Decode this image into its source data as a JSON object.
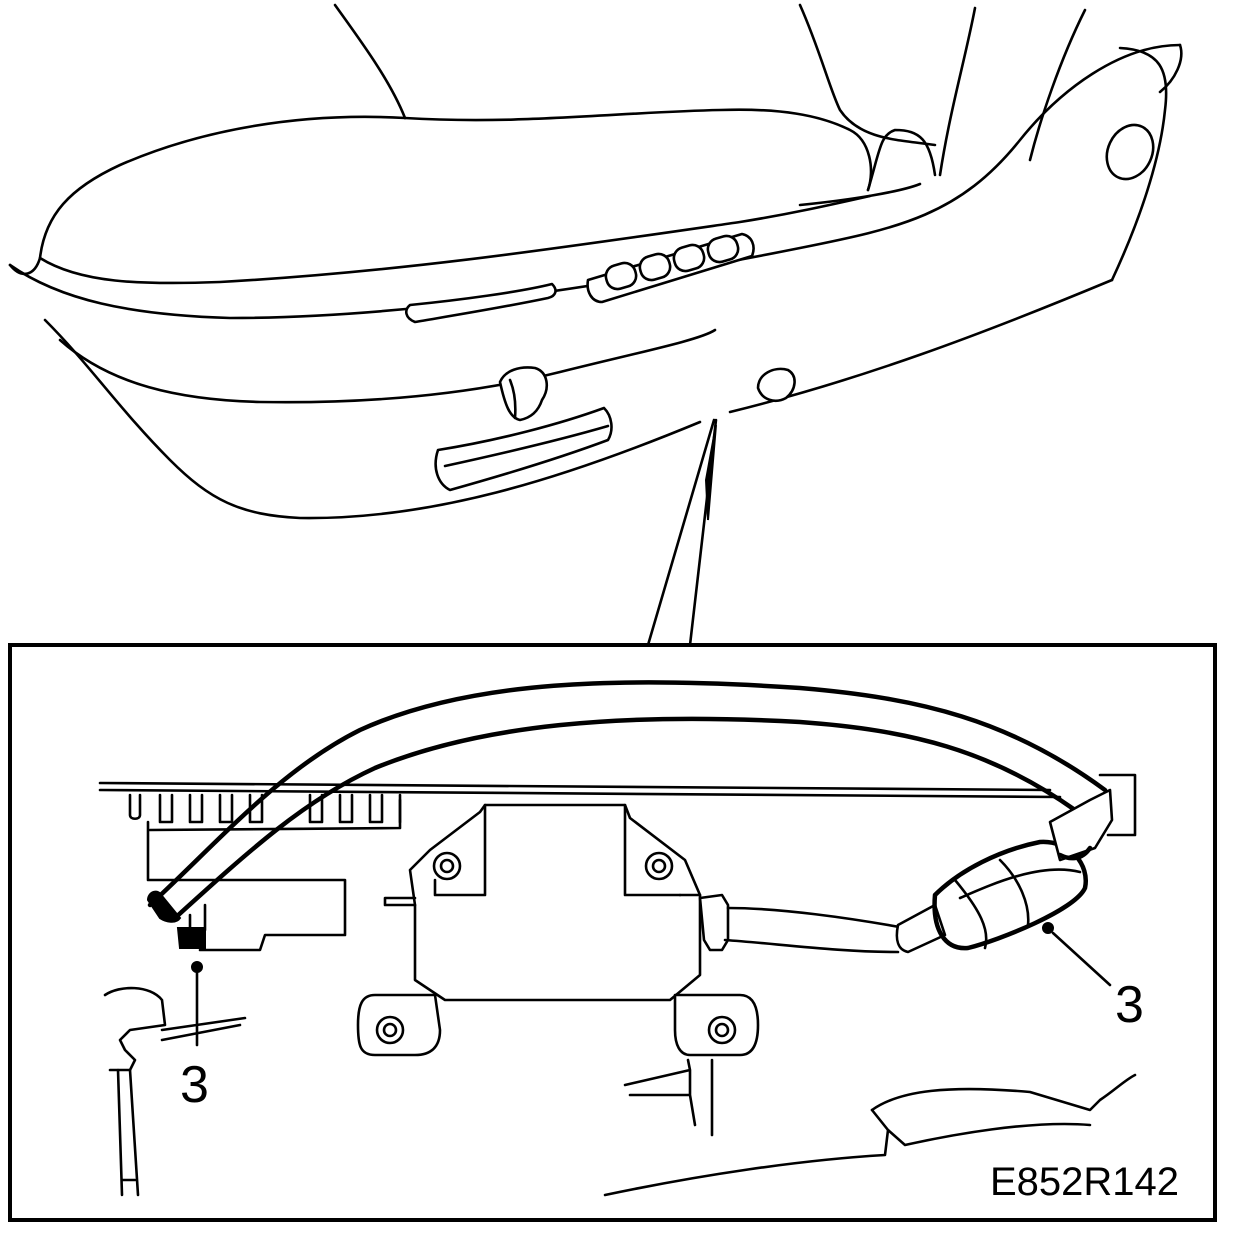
{
  "figure_id": "E852R142",
  "callouts": {
    "left": "3",
    "right": "3"
  },
  "colors": {
    "line": "#000000",
    "background": "#ffffff"
  }
}
